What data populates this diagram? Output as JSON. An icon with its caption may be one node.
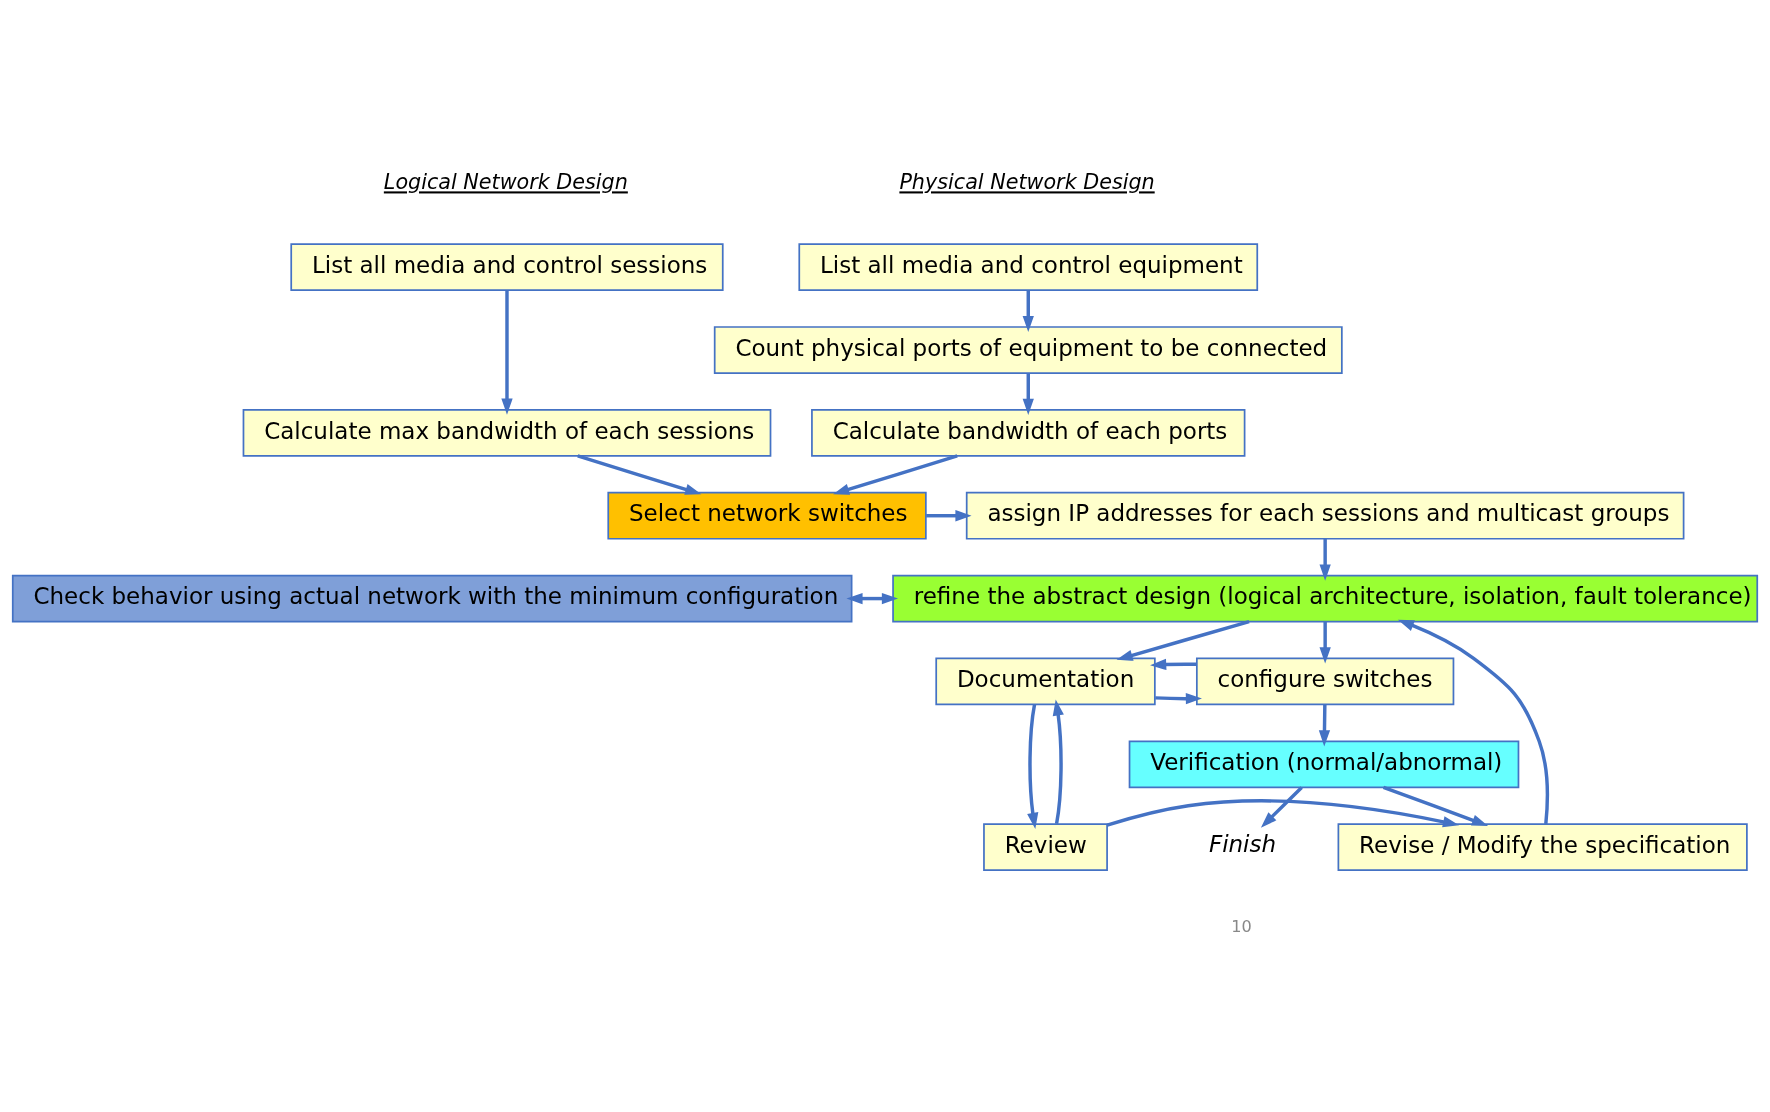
{
  "diagram": {
    "nodes": [
      {
        "text": [
          "List all media and control equipment"
        ]
      },
      {
        "text": [
          "Count physical ports of equipment to be connected"
        ]
      },
      {
        "text": [
          "Calculate bandwidth of each ports"
        ]
      },
      {
        "text": [
          "Select network switches"
        ]
      },
      {
        "text": [
          "List all media and control sessions"
        ]
      },
      {
        "text": [
          "Calculate max bandwidth of each sessions"
        ]
      },
      {
        "text": [
          "assign IP addresses for each sessions and multicast groups"
        ]
      },
      {
        "text": [
          "Check behavior using actual network with the minimum configuration"
        ]
      },
      {
        "text": [
          "refine the abstract design (logical architecture, isolation, fault tolerance)"
        ]
      },
      {
        "text": [
          "Documentation"
        ]
      },
      {
        "text": [
          "configure switches"
        ]
      },
      {
        "text": [
          "Revise / Modify the specification"
        ]
      },
      {
        "text": [
          "Review"
        ]
      },
      {
        "text": [
          "Verification (normal/abnormal)"
        ]
      },
      {
        "text": [
          "Finish"
        ]
      }
    ],
    "edges": [
      {
        "from": 0,
        "to": 1,
        "arrow": "to"
      },
      {
        "from": 1,
        "to": 2,
        "arrow": "to"
      },
      {
        "from": 2,
        "to": 3,
        "arrow": "to"
      },
      {
        "from": 4,
        "to": 5,
        "arrow": "to"
      },
      {
        "from": 5,
        "to": 3,
        "arrow": "to"
      },
      {
        "from": 3,
        "to": 6,
        "arrow": "to"
      },
      {
        "from": 6,
        "to": 8,
        "arrow": "to"
      },
      {
        "from": 7,
        "to": 8,
        "arrow": "both"
      },
      {
        "from": 11,
        "to": 8,
        "arrow": "to"
      },
      {
        "from": 8,
        "to": 9,
        "arrow": "to"
      },
      {
        "from": 8,
        "to": 10,
        "arrow": "to"
      },
      {
        "from": 9,
        "to": 10,
        "arrow": "to"
      },
      {
        "from": 10,
        "to": 9,
        "arrow": "to"
      },
      {
        "from": 9,
        "to": 12,
        "arrow": "to"
      },
      {
        "from": 12,
        "to": 9,
        "arrow": "to"
      },
      {
        "from": 12,
        "to": 11,
        "arrow": "to"
      },
      {
        "from": 10,
        "to": 13,
        "arrow": "to"
      },
      {
        "from": 13,
        "to": 11,
        "arrow": "to"
      },
      {
        "from": 13,
        "to": 14,
        "arrow": "to"
      }
    ],
    "labels": [
      "Physical Network Design",
      "Logical Network Design",
      "10"
    ]
  }
}
